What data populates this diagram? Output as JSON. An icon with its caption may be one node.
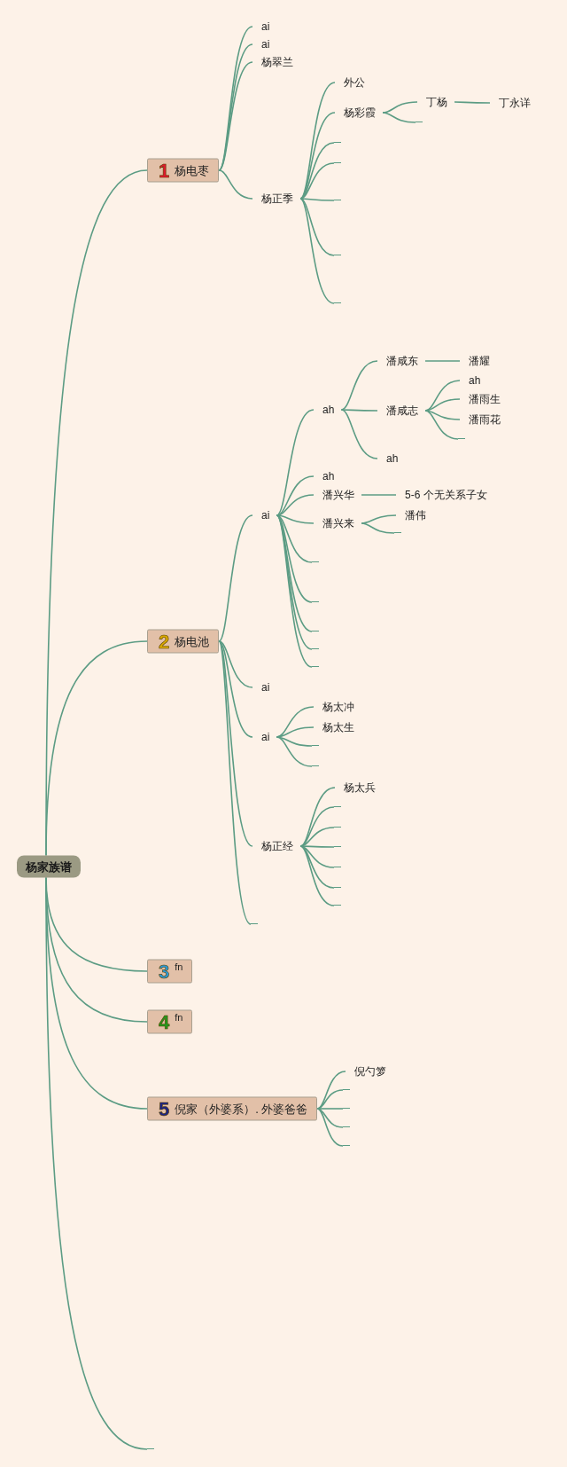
{
  "diagram": {
    "nodes": [
      {
        "text": [
          "杨家族谱"
        ]
      },
      {
        "text": [
          "1",
          "杨电枣"
        ]
      },
      {
        "text": [
          "ai"
        ]
      },
      {
        "text": [
          "ai"
        ]
      },
      {
        "text": [
          "杨翠兰"
        ]
      },
      {
        "text": [
          "杨正季"
        ]
      },
      {
        "text": [
          "外公"
        ]
      },
      {
        "text": [
          "杨彩霞"
        ]
      },
      {
        "text": [
          "丁杨"
        ]
      },
      {
        "text": [
          "丁永详"
        ]
      },
      {
        "text": [
          "2",
          "杨电池"
        ]
      },
      {
        "text": [
          "ai"
        ]
      },
      {
        "text": [
          "ah"
        ]
      },
      {
        "text": [
          "潘咸东"
        ]
      },
      {
        "text": [
          "潘耀"
        ]
      },
      {
        "text": [
          "潘咸志"
        ]
      },
      {
        "text": [
          "ah"
        ]
      },
      {
        "text": [
          "潘雨生"
        ]
      },
      {
        "text": [
          "潘雨花"
        ]
      },
      {
        "text": [
          "ah"
        ]
      },
      {
        "text": [
          "ah"
        ]
      },
      {
        "text": [
          "潘兴华"
        ]
      },
      {
        "text": [
          "5-6 个无关系子女"
        ]
      },
      {
        "text": [
          "潘兴来"
        ]
      },
      {
        "text": [
          "潘伟"
        ]
      },
      {
        "text": [
          "ai"
        ]
      },
      {
        "text": [
          "ai"
        ]
      },
      {
        "text": [
          "杨太冲"
        ]
      },
      {
        "text": [
          "杨太生"
        ]
      },
      {
        "text": [
          "杨正经"
        ]
      },
      {
        "text": [
          "杨太兵"
        ]
      },
      {
        "text": [
          "3",
          "fn"
        ]
      },
      {
        "text": [
          "4",
          "fn"
        ]
      },
      {
        "text": [
          "5",
          "倪家（外婆系）. 外婆爸爸"
        ]
      },
      {
        "text": [
          "倪勺箩"
        ]
      },
      {
        "text": [],
        "shape": "line"
      },
      {
        "text": [],
        "shape": "line"
      },
      {
        "text": [],
        "shape": "line"
      },
      {
        "text": [],
        "shape": "line"
      },
      {
        "text": [],
        "shape": "line"
      },
      {
        "text": [],
        "shape": "line"
      },
      {
        "text": [],
        "shape": "line"
      },
      {
        "text": [],
        "shape": "line"
      },
      {
        "text": [],
        "shape": "line"
      },
      {
        "text": [],
        "shape": "line"
      },
      {
        "text": [],
        "shape": "line"
      },
      {
        "text": [],
        "shape": "line"
      },
      {
        "text": [],
        "shape": "line"
      },
      {
        "text": [],
        "shape": "line"
      },
      {
        "text": [],
        "shape": "line"
      },
      {
        "text": [],
        "shape": "line"
      },
      {
        "text": [],
        "shape": "line"
      },
      {
        "text": [],
        "shape": "line"
      },
      {
        "text": [],
        "shape": "line"
      },
      {
        "text": [],
        "shape": "line"
      },
      {
        "text": [],
        "shape": "line"
      },
      {
        "text": [],
        "shape": "line"
      },
      {
        "text": [],
        "shape": "line"
      },
      {
        "text": [],
        "shape": "line"
      },
      {
        "text": [],
        "shape": "line"
      },
      {
        "text": [],
        "shape": "line"
      },
      {
        "text": [],
        "shape": "line"
      }
    ],
    "edges": [
      {
        "from": 0,
        "to": 1,
        "arrow": "none"
      },
      {
        "from": 0,
        "to": 10,
        "arrow": "none"
      },
      {
        "from": 0,
        "to": 31,
        "arrow": "none"
      },
      {
        "from": 0,
        "to": 32,
        "arrow": "none"
      },
      {
        "from": 0,
        "to": 33,
        "arrow": "none"
      },
      {
        "from": 0,
        "to": 35,
        "arrow": "none"
      },
      {
        "from": 1,
        "to": 2,
        "arrow": "none"
      },
      {
        "from": 1,
        "to": 3,
        "arrow": "none"
      },
      {
        "from": 1,
        "to": 4,
        "arrow": "none"
      },
      {
        "from": 1,
        "to": 5,
        "arrow": "none"
      },
      {
        "from": 5,
        "to": 6,
        "arrow": "none"
      },
      {
        "from": 5,
        "to": 7,
        "arrow": "none"
      },
      {
        "from": 5,
        "to": 36,
        "arrow": "none"
      },
      {
        "from": 5,
        "to": 37,
        "arrow": "none"
      },
      {
        "from": 5,
        "to": 38,
        "arrow": "none"
      },
      {
        "from": 5,
        "to": 39,
        "arrow": "none"
      },
      {
        "from": 5,
        "to": 40,
        "arrow": "none"
      },
      {
        "from": 7,
        "to": 8,
        "arrow": "none"
      },
      {
        "from": 7,
        "to": 41,
        "arrow": "none"
      },
      {
        "from": 8,
        "to": 9,
        "arrow": "none"
      },
      {
        "from": 10,
        "to": 11,
        "arrow": "none"
      },
      {
        "from": 10,
        "to": 25,
        "arrow": "none"
      },
      {
        "from": 10,
        "to": 26,
        "arrow": "none"
      },
      {
        "from": 10,
        "to": 29,
        "arrow": "none"
      },
      {
        "from": 10,
        "to": 42,
        "arrow": "none"
      },
      {
        "from": 11,
        "to": 12,
        "arrow": "none"
      },
      {
        "from": 11,
        "to": 20,
        "arrow": "none"
      },
      {
        "from": 11,
        "to": 21,
        "arrow": "none"
      },
      {
        "from": 11,
        "to": 23,
        "arrow": "none"
      },
      {
        "from": 11,
        "to": 43,
        "arrow": "none"
      },
      {
        "from": 11,
        "to": 44,
        "arrow": "none"
      },
      {
        "from": 11,
        "to": 45,
        "arrow": "none"
      },
      {
        "from": 11,
        "to": 46,
        "arrow": "none"
      },
      {
        "from": 11,
        "to": 47,
        "arrow": "none"
      },
      {
        "from": 12,
        "to": 13,
        "arrow": "none"
      },
      {
        "from": 12,
        "to": 15,
        "arrow": "none"
      },
      {
        "from": 12,
        "to": 19,
        "arrow": "none"
      },
      {
        "from": 13,
        "to": 14,
        "arrow": "none"
      },
      {
        "from": 15,
        "to": 16,
        "arrow": "none"
      },
      {
        "from": 15,
        "to": 17,
        "arrow": "none"
      },
      {
        "from": 15,
        "to": 18,
        "arrow": "none"
      },
      {
        "from": 15,
        "to": 48,
        "arrow": "none"
      },
      {
        "from": 21,
        "to": 22,
        "arrow": "none"
      },
      {
        "from": 23,
        "to": 24,
        "arrow": "none"
      },
      {
        "from": 23,
        "to": 49,
        "arrow": "none"
      },
      {
        "from": 26,
        "to": 27,
        "arrow": "none"
      },
      {
        "from": 26,
        "to": 28,
        "arrow": "none"
      },
      {
        "from": 26,
        "to": 50,
        "arrow": "none"
      },
      {
        "from": 26,
        "to": 51,
        "arrow": "none"
      },
      {
        "from": 29,
        "to": 30,
        "arrow": "none"
      },
      {
        "from": 29,
        "to": 52,
        "arrow": "none"
      },
      {
        "from": 29,
        "to": 53,
        "arrow": "none"
      },
      {
        "from": 29,
        "to": 54,
        "arrow": "none"
      },
      {
        "from": 29,
        "to": 55,
        "arrow": "none"
      },
      {
        "from": 29,
        "to": 56,
        "arrow": "none"
      },
      {
        "from": 29,
        "to": 57,
        "arrow": "none"
      },
      {
        "from": 33,
        "to": 34,
        "arrow": "none"
      },
      {
        "from": 33,
        "to": 58,
        "arrow": "none"
      },
      {
        "from": 33,
        "to": 59,
        "arrow": "none"
      },
      {
        "from": 33,
        "to": 60,
        "arrow": "none"
      },
      {
        "from": 33,
        "to": 61,
        "arrow": "none"
      }
    ]
  }
}
